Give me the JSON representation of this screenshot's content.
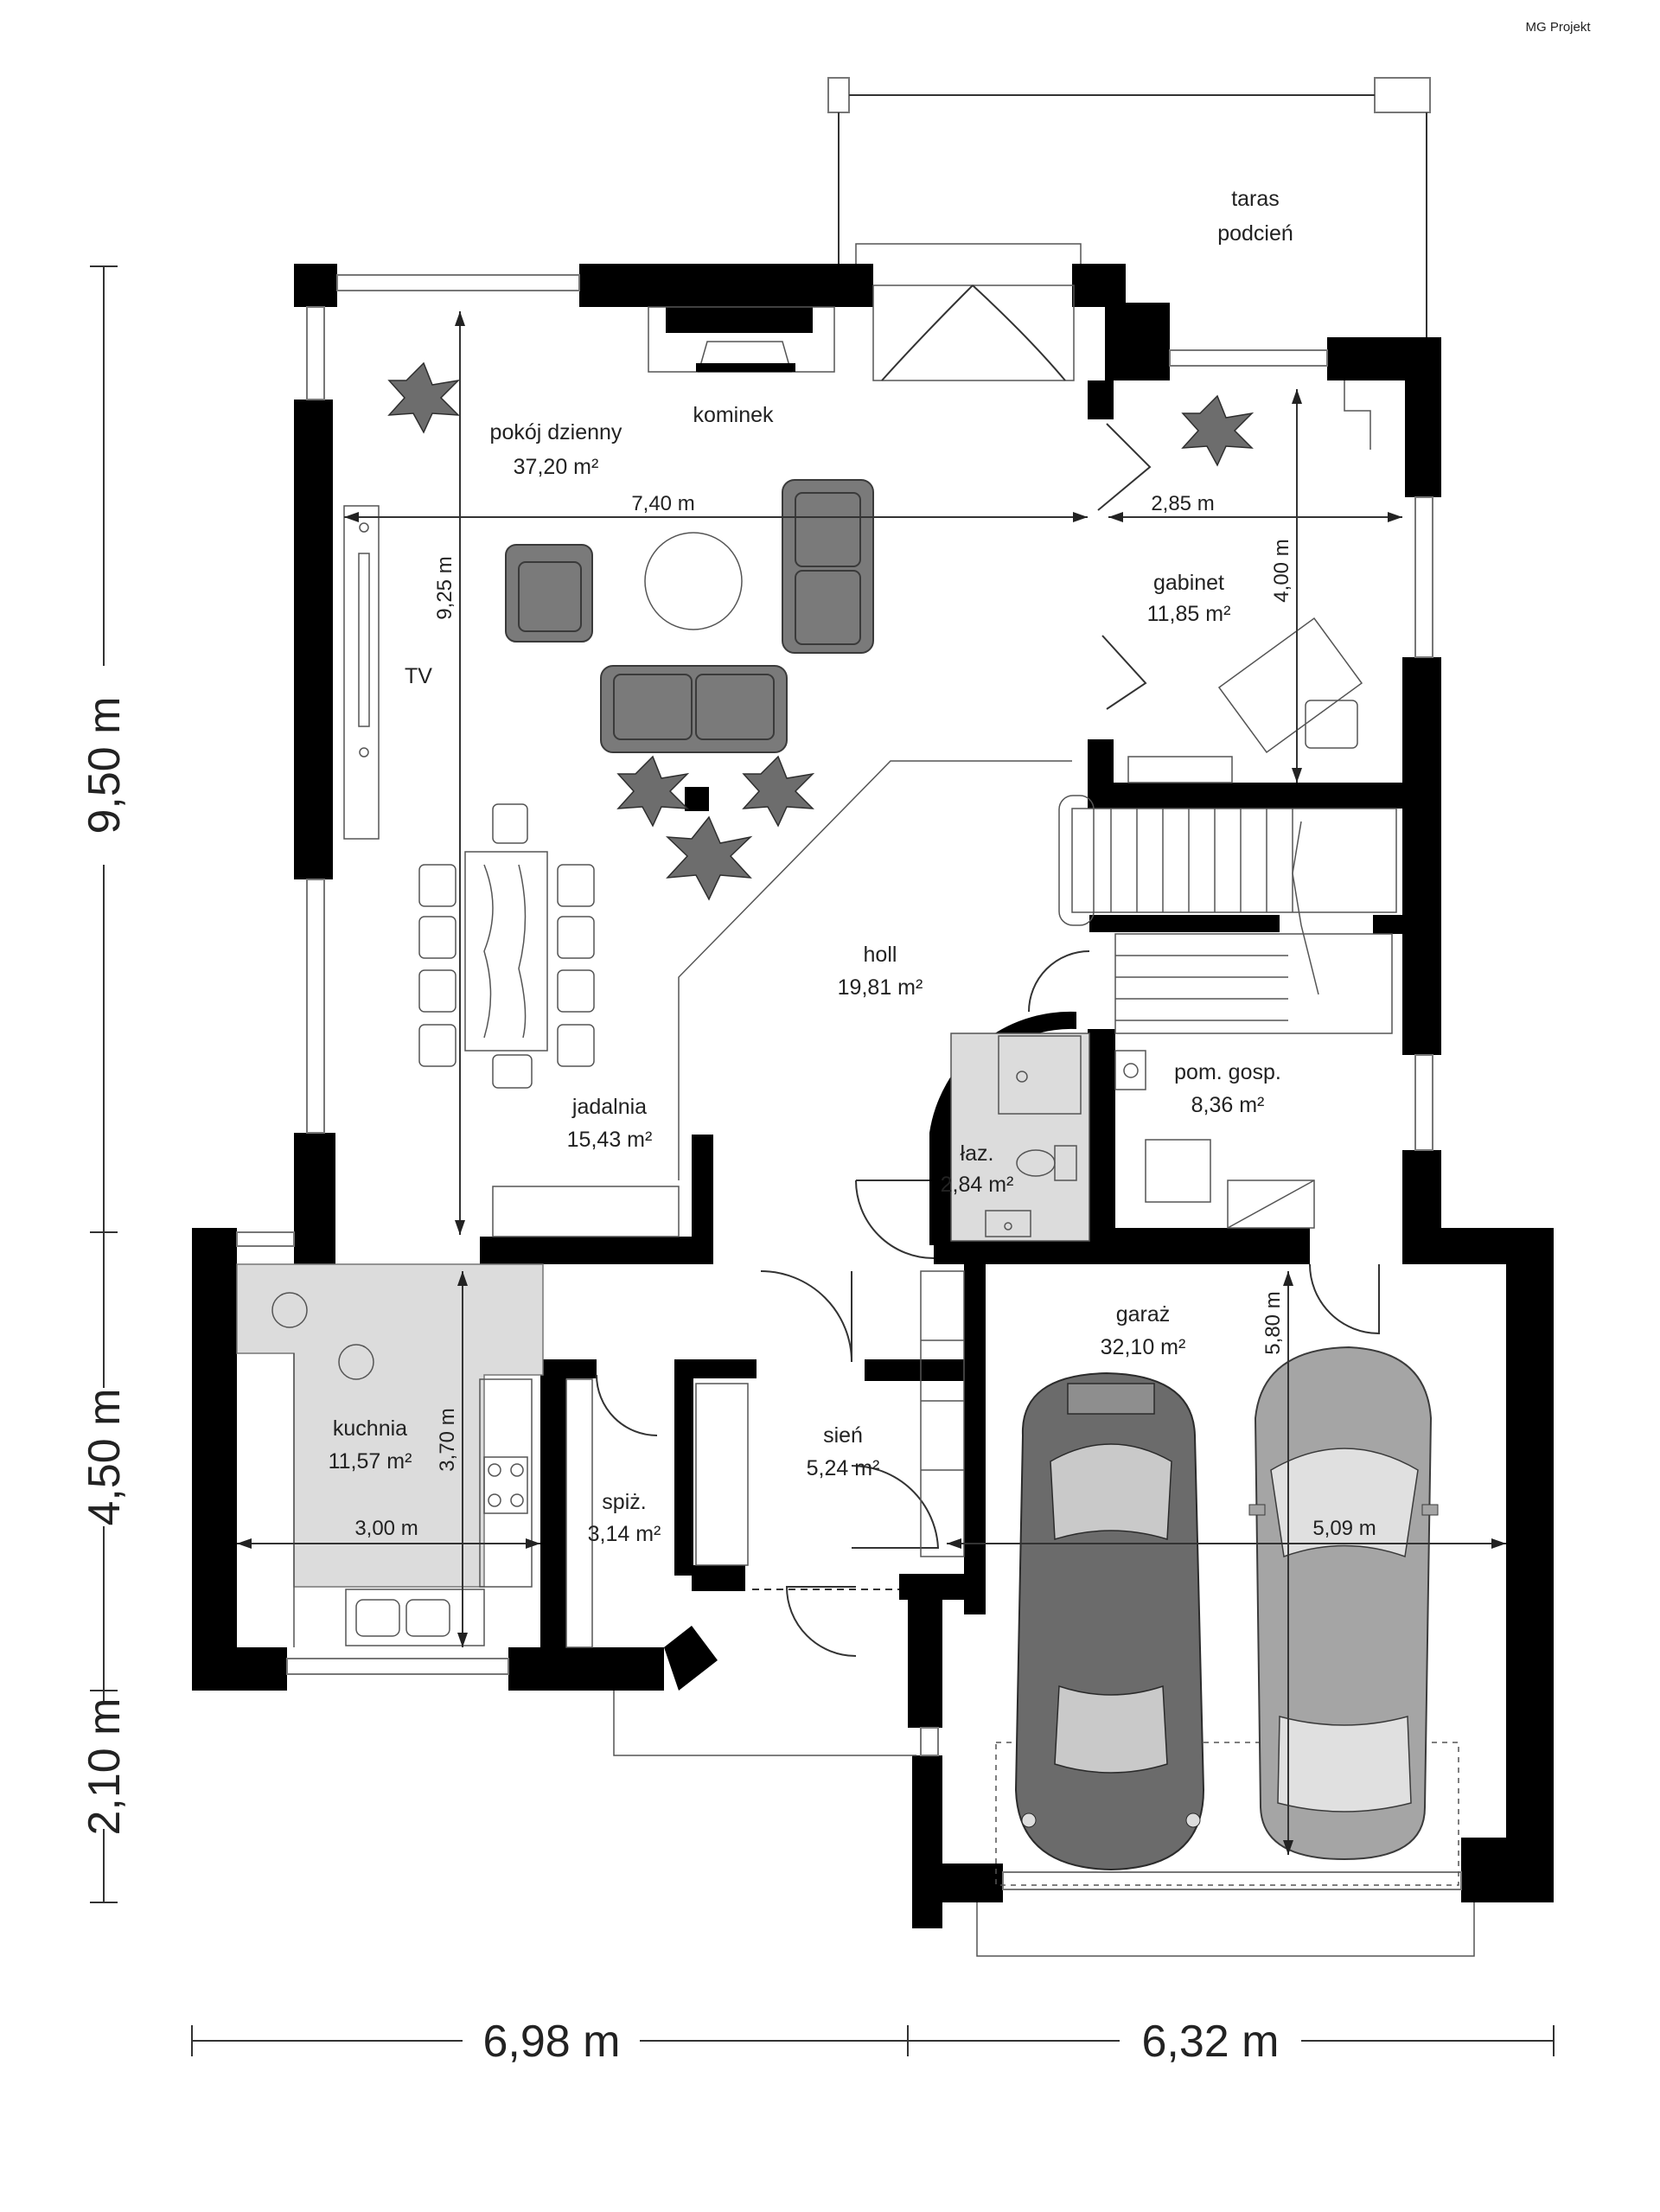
{
  "brand": "MG Projekt",
  "rooms": {
    "terrace": {
      "name_line1": "taras",
      "name_line2": "podcień"
    },
    "living": {
      "name": "pokój dzienny",
      "area": "37,20 m²"
    },
    "fireplace": {
      "name": "kominek"
    },
    "tv": {
      "name": "TV"
    },
    "office": {
      "name": "gabinet",
      "area": "11,85 m²"
    },
    "hall": {
      "name": "holl",
      "area": "19,81 m²"
    },
    "dining": {
      "name": "jadalnia",
      "area": "15,43 m²"
    },
    "utility": {
      "name": "pom. gosp.",
      "area": "8,36 m²"
    },
    "bathroom": {
      "name": "łaz.",
      "area": "2,84 m²"
    },
    "garage": {
      "name": "garaż",
      "area": "32,10 m²"
    },
    "kitchen": {
      "name": "kuchnia",
      "area": "11,57 m²"
    },
    "vestibule": {
      "name": "sień",
      "area": "5,24 m²"
    },
    "pantry": {
      "name": "spiż.",
      "area": "3,14 m²"
    }
  },
  "dimensions": {
    "living_width": "7,40 m",
    "office_width": "2,85 m",
    "living_height": "9,25 m",
    "office_height": "4,00 m",
    "garage_depth": "5,80 m",
    "kitchen_height": "3,70 m",
    "kitchen_width": "3,00 m",
    "garage_width": "5,09 m",
    "left_top": "9,50 m",
    "left_middle": "4,50 m",
    "left_bottom": "2,10 m",
    "bottom_left": "6,98 m",
    "bottom_right": "6,32 m"
  }
}
